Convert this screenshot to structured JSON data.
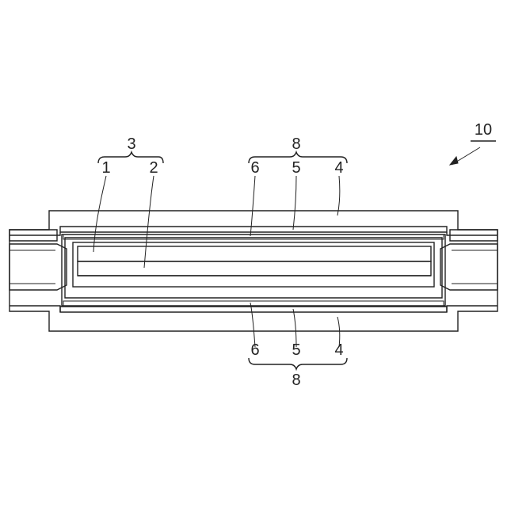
{
  "figure": {
    "reference_numeral": "10",
    "labels": {
      "group_3": "3",
      "item_1": "1",
      "item_2": "2",
      "group_8_top": "8",
      "item_6_top": "6",
      "item_5_top": "5",
      "item_4_top": "4",
      "item_6_bottom": "6",
      "item_5_bottom": "5",
      "item_4_bottom": "4",
      "group_8_bottom": "8"
    },
    "line_color": "#222222",
    "background": "#ffffff"
  }
}
